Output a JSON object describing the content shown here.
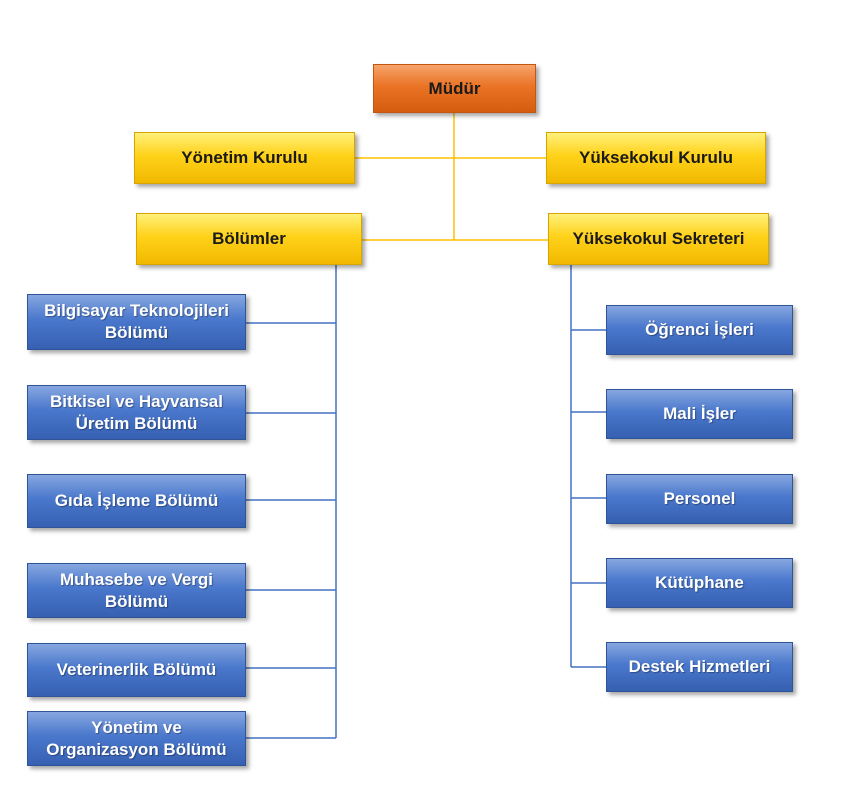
{
  "chart": {
    "director": "Müdür",
    "management_board": "Yönetim Kurulu",
    "school_board": "Yüksekokul Kurulu",
    "departments_title": "Bölümler",
    "secretary": "Yüksekokul Sekreteri",
    "departments": [
      "Bilgisayar Teknolojileri Bölümü",
      "Bitkisel ve Hayvansal Üretim Bölümü",
      "Gıda İşleme Bölümü",
      "Muhasebe ve Vergi Bölümü",
      "Veterinerlik Bölümü",
      "Yönetim ve Organizasyon Bölümü"
    ],
    "units": [
      "Öğrenci İşleri",
      "Mali İşler",
      "Personel",
      "Kütüphane",
      "Destek Hizmetleri"
    ]
  },
  "colors": {
    "top": "#ED7D31",
    "middle": "#FFC000",
    "leaf": "#4472C4",
    "connector_yellow": "#FFC000",
    "connector_blue": "#4472C4"
  }
}
